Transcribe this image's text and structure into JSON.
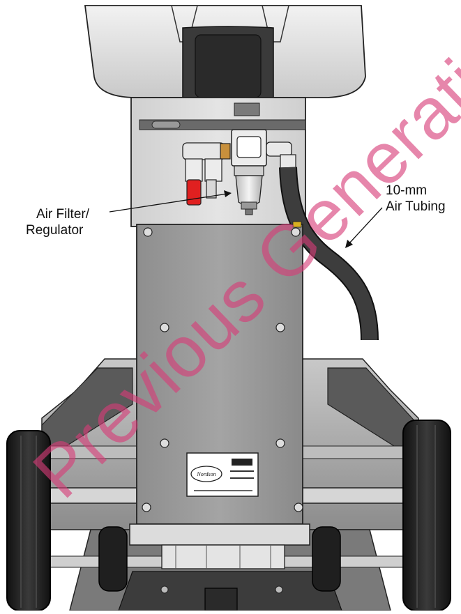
{
  "callouts": {
    "air_tubing": {
      "line1": "10-mm",
      "line2": "Air Tubing"
    },
    "air_filter": {
      "line1": "Air Filter/",
      "line2": "Regulator"
    }
  },
  "plate": {
    "brand": "Nordson"
  },
  "watermark": {
    "text": "Previous Generation"
  },
  "colors": {
    "watermark": "#d63c78",
    "red_fitting": "#e02020",
    "brass": "#c8903c"
  }
}
